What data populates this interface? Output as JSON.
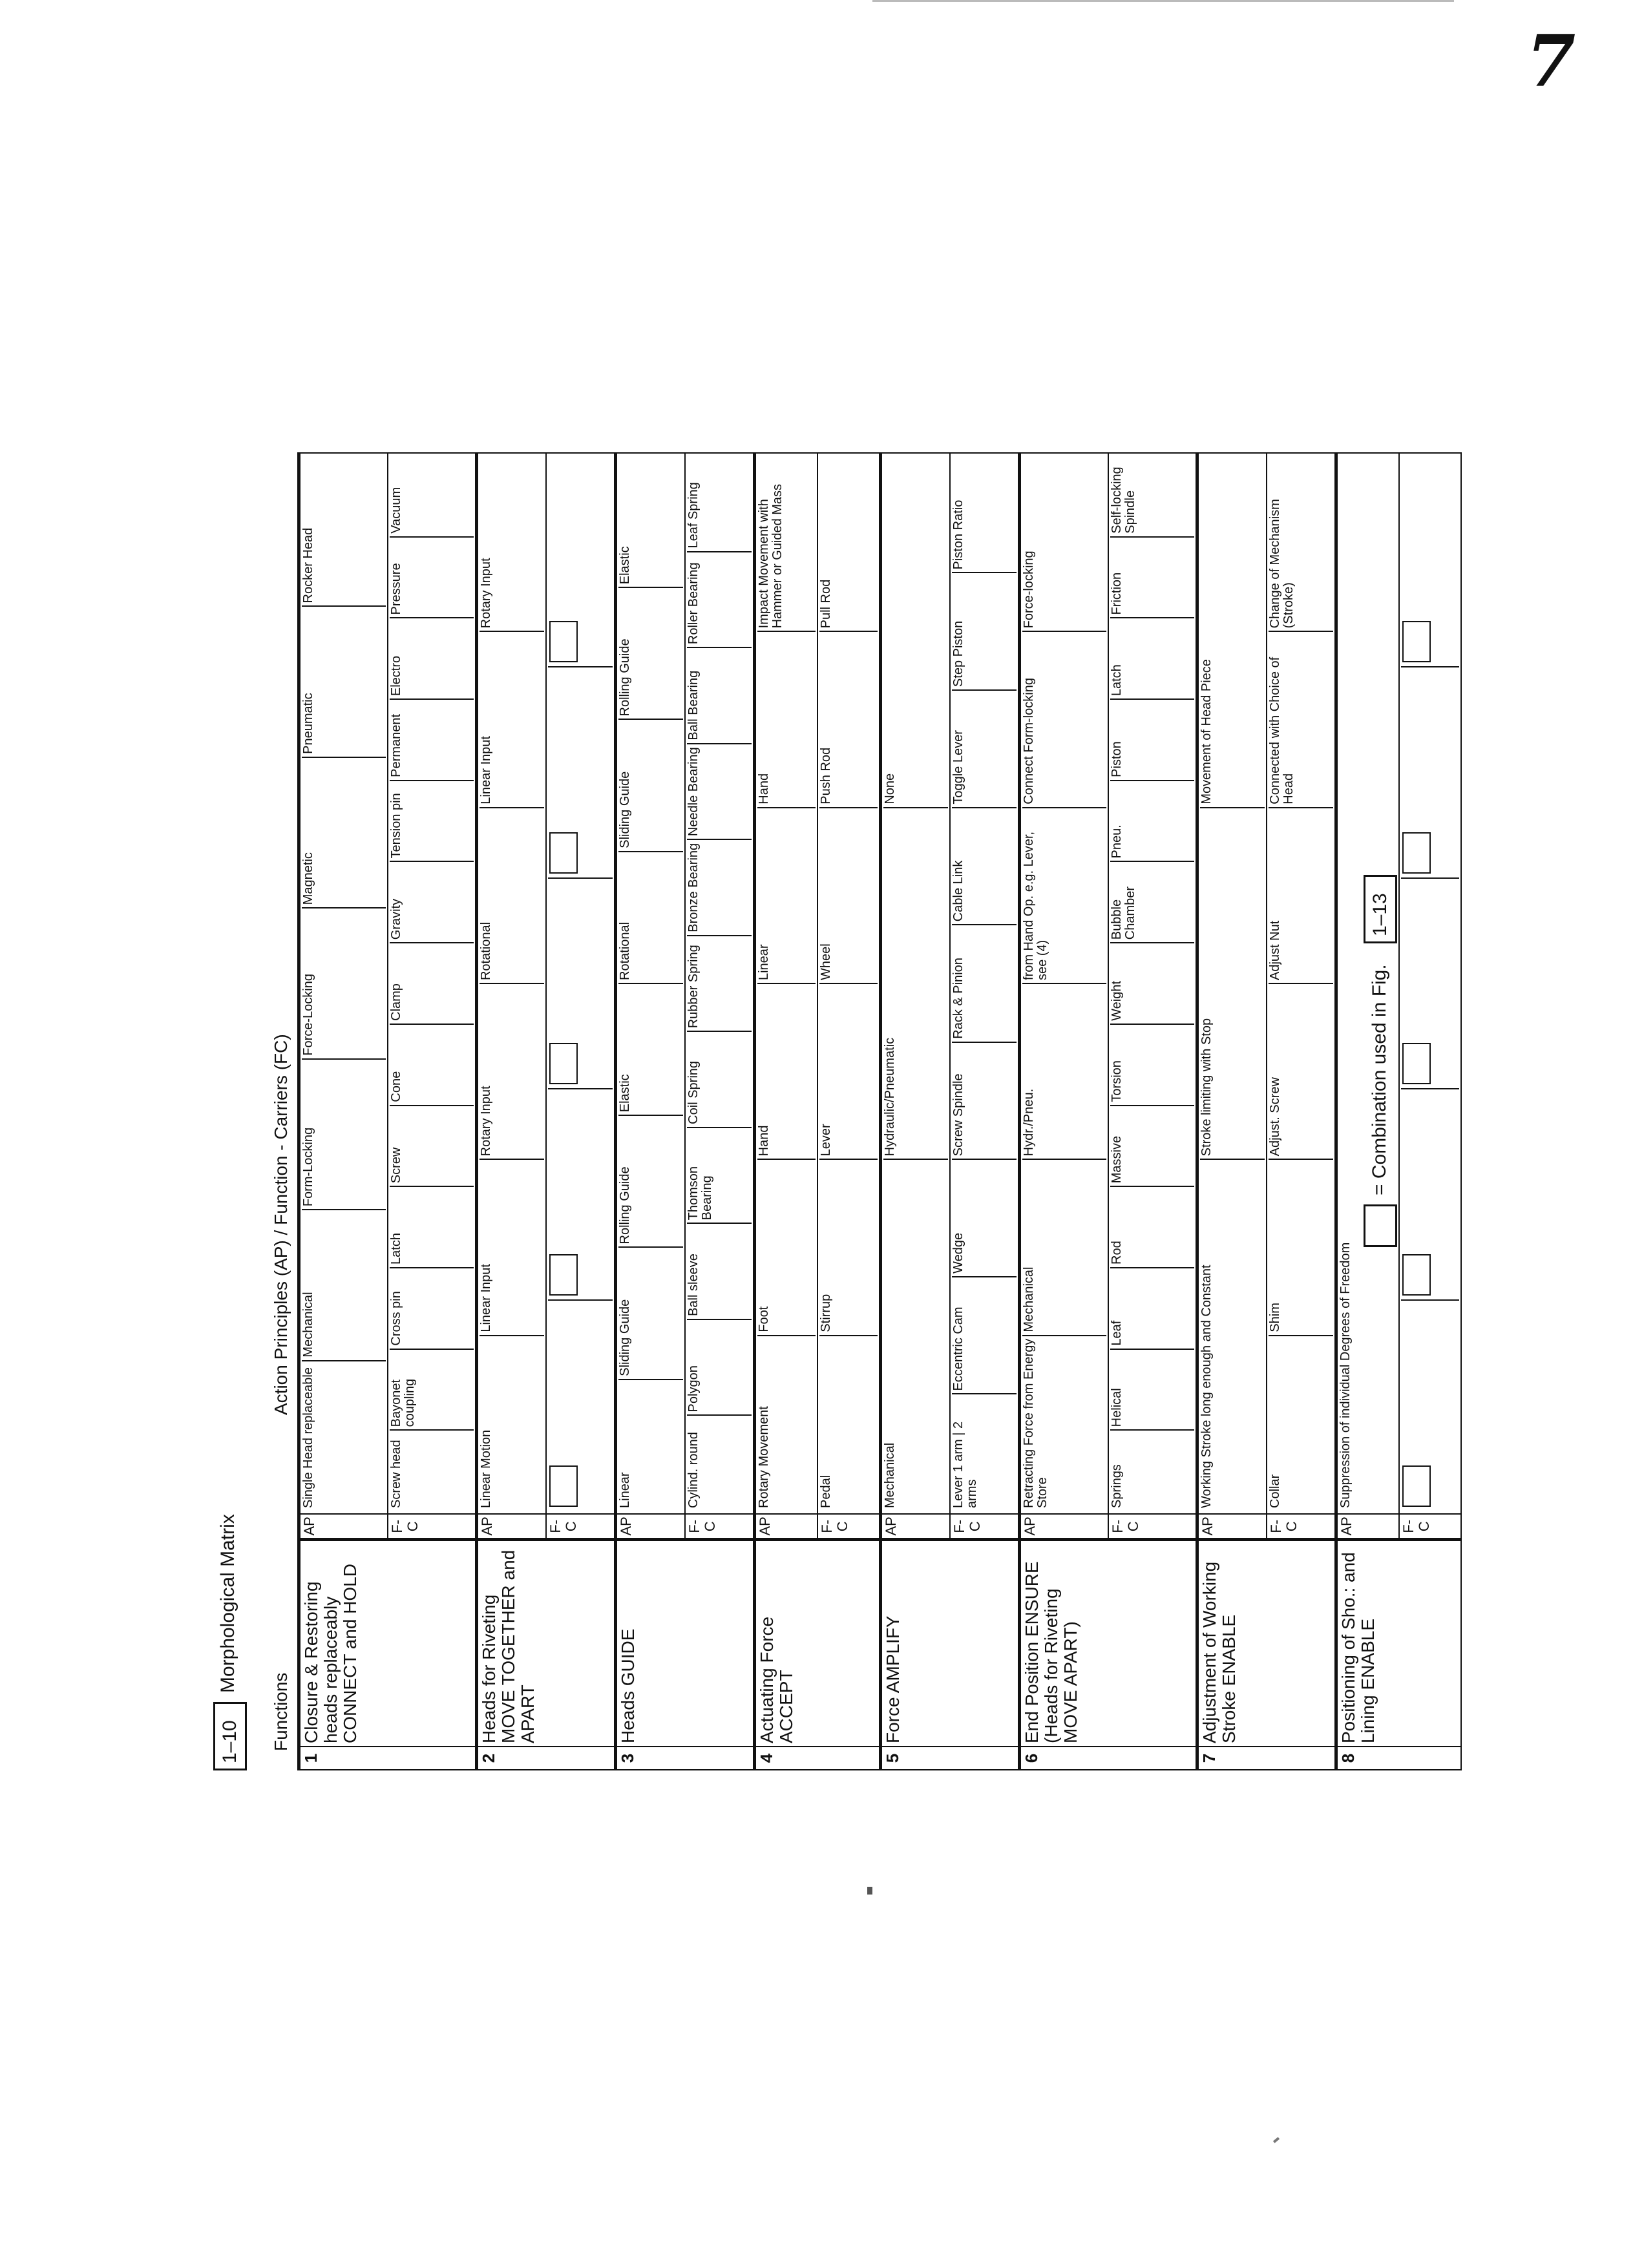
{
  "page_number": "7",
  "figure": {
    "label": "1–10",
    "title": "Morphological Matrix",
    "header_functions": "Functions",
    "header_principles": "Action Principles (AP) / Function - Carriers (FC)",
    "legend_text": "= Combination used in Fig.",
    "legend_ref": "1–13"
  },
  "rows": [
    {
      "num": "1",
      "function": "Closure & Restoring heads replaceably CONNECT and HOLD",
      "ap_label": "AP",
      "fc_label": "F-C",
      "ap": [
        "Single Head replaceable",
        "Mechanical",
        "Form-Locking",
        "Force-Locking",
        "Magnetic",
        "Pneumatic",
        "Rocker Head"
      ],
      "fc": [
        "Screw head",
        "Bayonet coupling",
        "Cross pin",
        "Latch",
        "Screw",
        "Cone",
        "Clamp",
        "Gravity",
        "Tension pin",
        "Permanent",
        "Electro",
        "Pressure",
        "Vacuum"
      ]
    },
    {
      "num": "2",
      "function": "Heads for Riveting MOVE TOGETHER and APART",
      "ap_label": "AP",
      "fc_label": "F-C",
      "ap": [
        "Linear Motion",
        "Linear Input",
        "Rotary Input",
        "Rotational",
        "Linear Input",
        "Rotary Input"
      ],
      "fc": []
    },
    {
      "num": "3",
      "function": "Heads GUIDE",
      "ap_label": "AP",
      "fc_label": "F-C",
      "ap": [
        "Linear",
        "Sliding Guide",
        "Rolling Guide",
        "Elastic",
        "Rotational",
        "Sliding Guide",
        "Rolling Guide",
        "Elastic"
      ],
      "fc": [
        "Cylind. round",
        "Polygon",
        "Ball sleeve",
        "Thomson Bearing",
        "Coil Spring",
        "Rubber Spring",
        "Bronze Bearing",
        "Needle Bearing",
        "Ball Bearing",
        "Roller Bearing",
        "Leaf Spring"
      ]
    },
    {
      "num": "4",
      "function": "Actuating Force ACCEPT",
      "ap_label": "AP",
      "fc_label": "F-C",
      "ap": [
        "Rotary Movement",
        "Foot",
        "Hand",
        "Linear",
        "Hand",
        "Impact Movement with Hammer or Guided Mass"
      ],
      "fc": [
        "Pedal",
        "Stirrup",
        "Lever",
        "Wheel",
        "Push Rod",
        "Pull Rod"
      ]
    },
    {
      "num": "5",
      "function": "Force AMPLIFY",
      "ap_label": "AP",
      "fc_label": "F-C",
      "ap": [
        "Mechanical",
        "Hydraulic/Pneumatic",
        "None"
      ],
      "fc": [
        "Lever 1 arm | 2 arms",
        "Eccentric Cam",
        "Wedge",
        "Screw Spindle",
        "Rack & Pinion",
        "Cable Link",
        "Toggle Lever",
        "Step Piston",
        "Piston Ratio"
      ]
    },
    {
      "num": "6",
      "function": "End Position ENSURE (Heads for Riveting MOVE APART)",
      "ap_label": "AP",
      "fc_label": "F-C",
      "ap": [
        "Retracting Force from Energy Store",
        "Mechanical",
        "Hydr./Pneu.",
        "from Hand Op. e.g. Lever, see (4)",
        "Connect Form-locking",
        "Force-locking"
      ],
      "fc": [
        "Springs",
        "Helical",
        "Leaf",
        "Rod",
        "Massive",
        "Torsion",
        "Weight",
        "Bubble Chamber",
        "Pneu.",
        "Piston",
        "Latch",
        "Friction",
        "Self-locking Spindle"
      ]
    },
    {
      "num": "7",
      "function": "Adjustment of Working Stroke ENABLE",
      "ap_label": "AP",
      "fc_label": "F-C",
      "ap": [
        "Working Stroke long enough and Constant",
        "Stroke limiting with Stop",
        "Movement of Head Piece"
      ],
      "fc": [
        "Collar",
        "Shim",
        "Adjust. Screw",
        "Adjust Nut",
        "Connected with Choice of Head",
        "Change of Mechanism (Stroke)"
      ]
    },
    {
      "num": "8",
      "function": "Positioning of Sho.: and Lining ENABLE",
      "ap_label": "AP",
      "fc_label": "F-C",
      "ap": [
        "Suppression of individual Degrees of Freedom"
      ],
      "fc": []
    }
  ]
}
